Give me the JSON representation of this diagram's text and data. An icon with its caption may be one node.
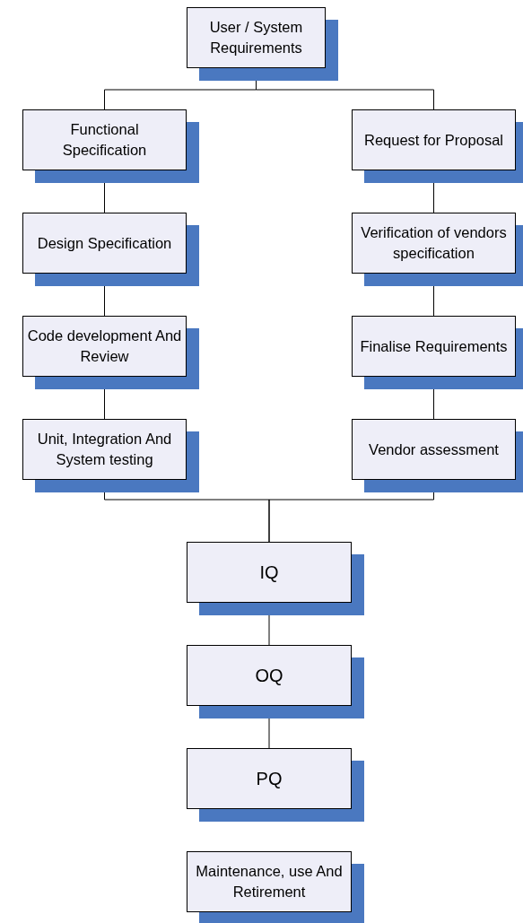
{
  "diagram": {
    "nodes": [
      {
        "text": [
          "User / System Requirements"
        ]
      },
      {
        "text": [
          "Functional Specification"
        ]
      },
      {
        "text": [
          "Request for Proposal"
        ]
      },
      {
        "text": [
          "Design Specification"
        ]
      },
      {
        "text": [
          "Verification of vendors specification"
        ]
      },
      {
        "text": [
          "Code development And Review"
        ]
      },
      {
        "text": [
          "Finalise Requirements"
        ]
      },
      {
        "text": [
          "Unit, Integration And System testing"
        ]
      },
      {
        "text": [
          "Vendor assessment"
        ]
      },
      {
        "text": [
          "IQ"
        ]
      },
      {
        "text": [
          "OQ"
        ]
      },
      {
        "text": [
          "PQ"
        ]
      },
      {
        "text": [
          "Maintenance, use And Retirement"
        ]
      }
    ],
    "edges": [
      {
        "from": 0,
        "to": 1,
        "arrow": "none"
      },
      {
        "from": 0,
        "to": 2,
        "arrow": "none"
      },
      {
        "from": 1,
        "to": 3,
        "arrow": "none"
      },
      {
        "from": 3,
        "to": 5,
        "arrow": "none"
      },
      {
        "from": 5,
        "to": 7,
        "arrow": "none"
      },
      {
        "from": 2,
        "to": 4,
        "arrow": "none"
      },
      {
        "from": 4,
        "to": 6,
        "arrow": "none"
      },
      {
        "from": 6,
        "to": 8,
        "arrow": "none"
      },
      {
        "from": 7,
        "to": 9,
        "arrow": "none"
      },
      {
        "from": 8,
        "to": 9,
        "arrow": "none"
      },
      {
        "from": 9,
        "to": 10,
        "arrow": "none"
      },
      {
        "from": 10,
        "to": 11,
        "arrow": "none"
      }
    ]
  }
}
